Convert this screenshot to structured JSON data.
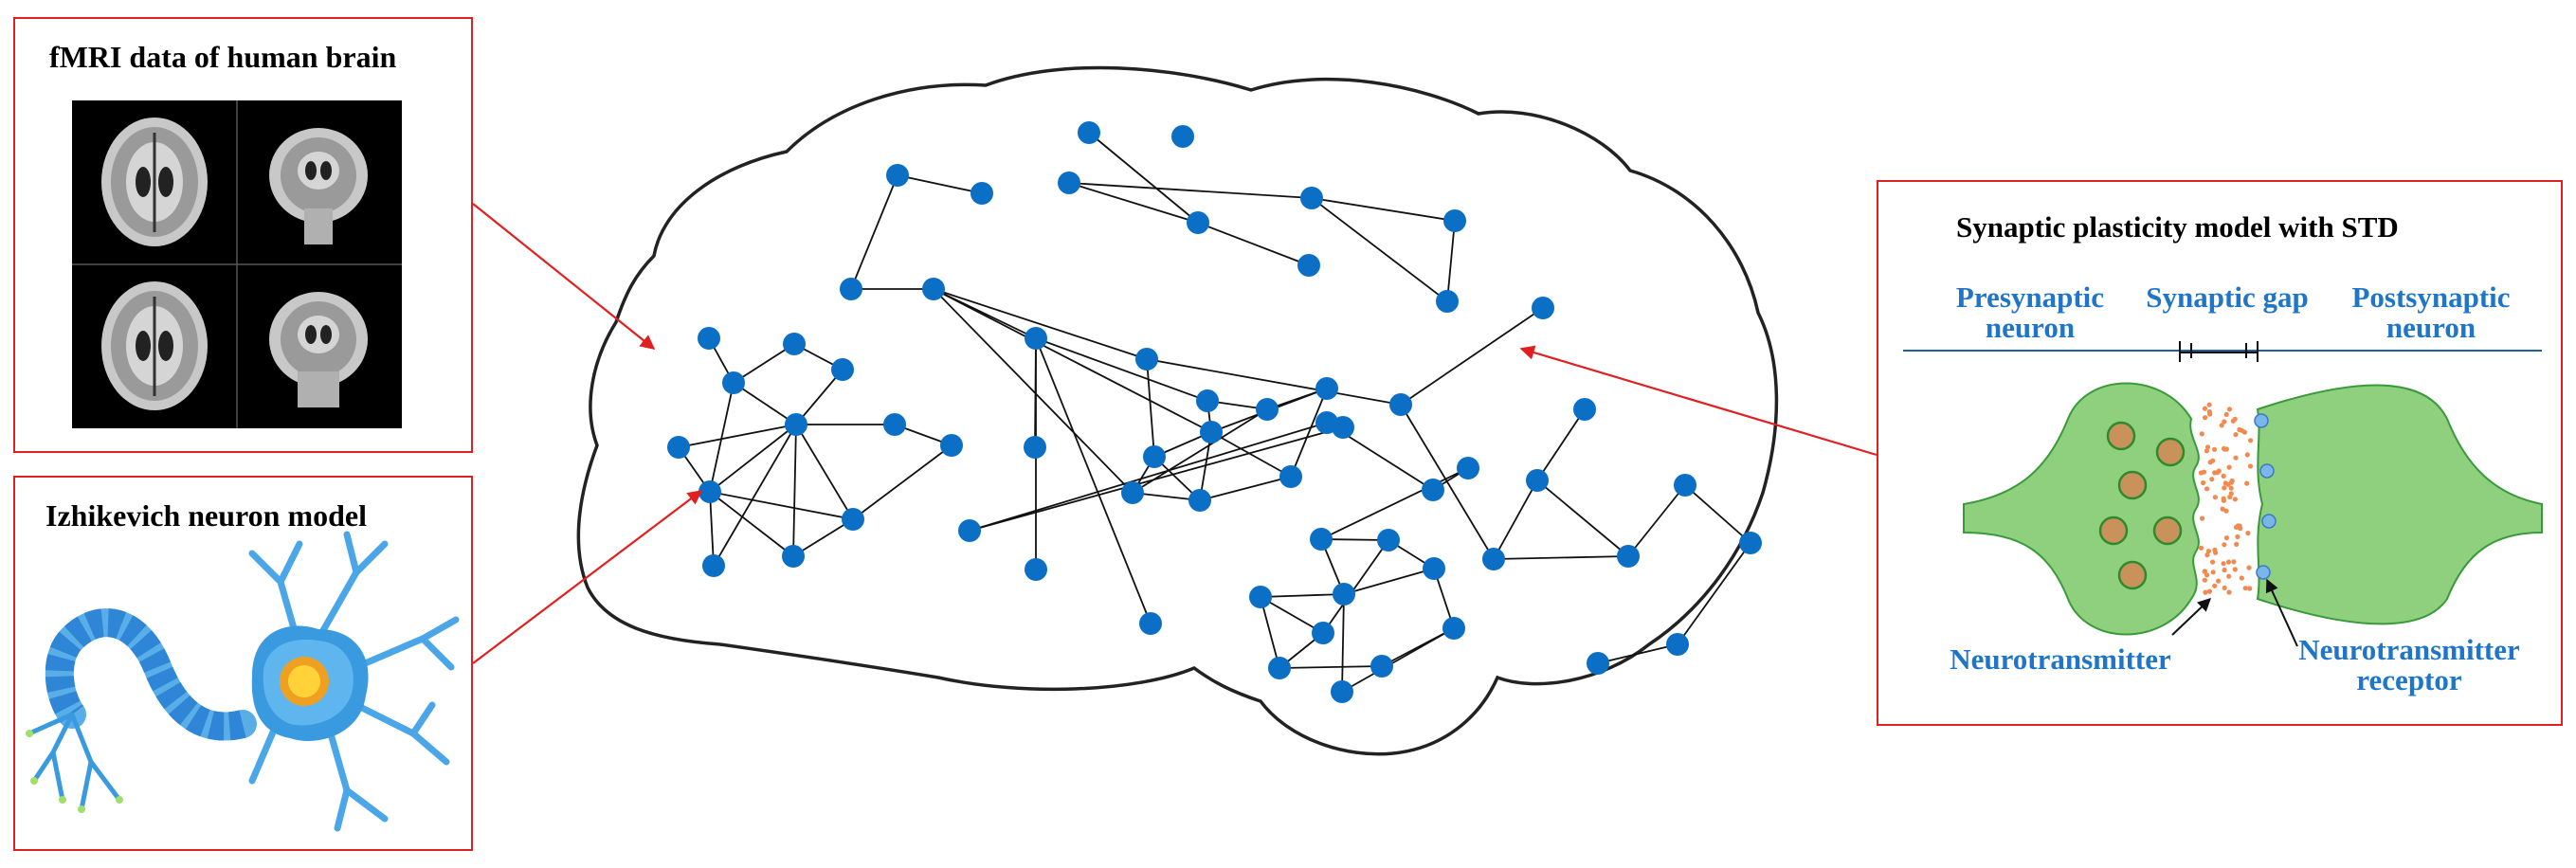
{
  "panels": {
    "fmri": {
      "title": "fMRI data of human brain"
    },
    "izhikevich": {
      "title": "Izhikevich neuron model"
    },
    "synaptic": {
      "title": "Synaptic plasticity model with STD",
      "presynaptic": "Presynaptic neuron",
      "gap": "Synaptic gap",
      "postsynaptic": "Postsynaptic neuron",
      "neurotransmitter": "Neurotransmitter",
      "receptor": "Neurotransmitter receptor"
    }
  },
  "colors": {
    "node": "#0b6fc6",
    "panel_border": "#e02020",
    "label_blue": "#1f76c8",
    "neuron_green": "#8fd07f",
    "vesicle": "#c9925a"
  }
}
